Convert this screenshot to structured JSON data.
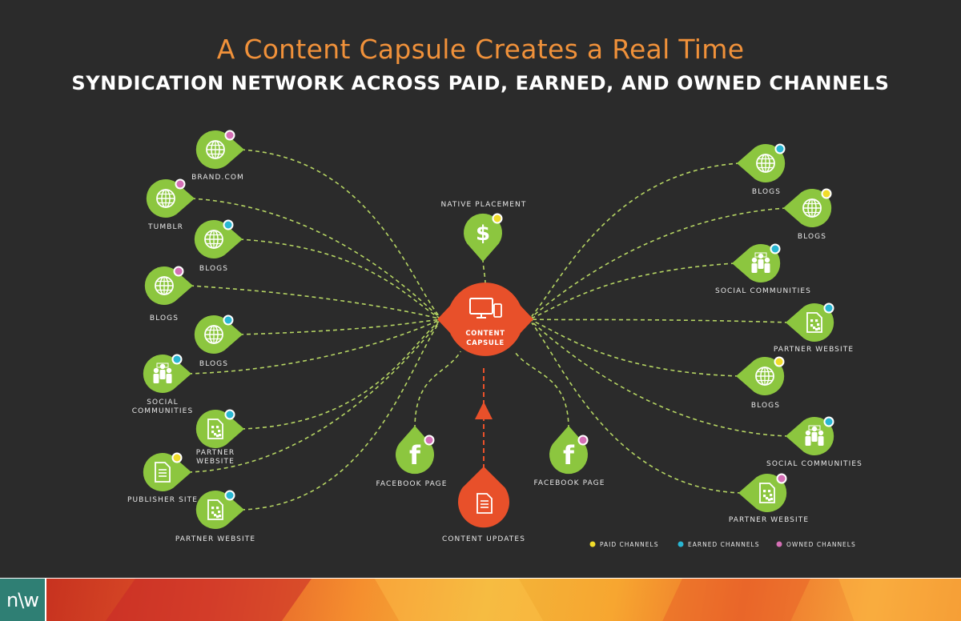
{
  "title": "A Content Capsule Creates a Real Time",
  "subtitle": "SYNDICATION NETWORK ACROSS PAID, EARNED, AND OWNED CHANNELS",
  "colors": {
    "background": "#2b2b2b",
    "node_green": "#8cc63f",
    "hub_orange": "#e8502a",
    "link_dash": "#b5d463",
    "paid": "#f0dc2a",
    "earned": "#29b6d3",
    "owned": "#d46fb5"
  },
  "hub": {
    "label_line1": "CONTENT",
    "label_line2": "CAPSULE",
    "icon": "monitor-phone-icon"
  },
  "updates": {
    "label": "CONTENT UPDATES",
    "icon": "document-icon"
  },
  "nodes": [
    {
      "id": "brand-com",
      "label": [
        "BRAND.COM"
      ],
      "icon": "globe-icon",
      "channel": "owned"
    },
    {
      "id": "tumblr",
      "label": [
        "TUMBLR"
      ],
      "icon": "globe-icon",
      "channel": "owned"
    },
    {
      "id": "blogs-l1",
      "label": [
        "BLOGS"
      ],
      "icon": "globe-icon",
      "channel": "earned"
    },
    {
      "id": "blogs-l2",
      "label": [
        "BLOGS"
      ],
      "icon": "globe-icon",
      "channel": "owned"
    },
    {
      "id": "blogs-l3",
      "label": [
        "BLOGS"
      ],
      "icon": "globe-icon",
      "channel": "earned"
    },
    {
      "id": "social-l",
      "label": [
        "SOCIAL",
        "COMMUNITIES"
      ],
      "icon": "people-icon",
      "channel": "earned"
    },
    {
      "id": "partner-l1",
      "label": [
        "PARTNER",
        "WEBSITE"
      ],
      "icon": "partner-doc-icon",
      "channel": "earned"
    },
    {
      "id": "publisher",
      "label": [
        "PUBLISHER SITE"
      ],
      "icon": "document-icon",
      "channel": "paid"
    },
    {
      "id": "partner-l2",
      "label": [
        "PARTNER WEBSITE"
      ],
      "icon": "partner-doc-icon",
      "channel": "earned"
    },
    {
      "id": "native",
      "label": [
        "NATIVE PLACEMENT"
      ],
      "icon": "dollar-icon",
      "channel": "paid"
    },
    {
      "id": "fb-l",
      "label": [
        "FACEBOOK PAGE"
      ],
      "icon": "facebook-icon",
      "channel": "owned"
    },
    {
      "id": "fb-r",
      "label": [
        "FACEBOOK PAGE"
      ],
      "icon": "facebook-icon",
      "channel": "owned"
    },
    {
      "id": "blogs-r1",
      "label": [
        "BLOGS"
      ],
      "icon": "globe-icon",
      "channel": "earned"
    },
    {
      "id": "blogs-r2",
      "label": [
        "BLOGS"
      ],
      "icon": "globe-icon",
      "channel": "paid"
    },
    {
      "id": "social-r1",
      "label": [
        "SOCIAL COMMUNITIES"
      ],
      "icon": "people-icon",
      "channel": "earned"
    },
    {
      "id": "partner-r1",
      "label": [
        "PARTNER WEBSITE"
      ],
      "icon": "partner-doc-icon",
      "channel": "earned"
    },
    {
      "id": "blogs-r3",
      "label": [
        "BLOGS"
      ],
      "icon": "globe-icon",
      "channel": "paid"
    },
    {
      "id": "social-r2",
      "label": [
        "SOCIAL COMMUNITIES"
      ],
      "icon": "people-icon",
      "channel": "earned"
    },
    {
      "id": "partner-r2",
      "label": [
        "PARTNER WEBSITE"
      ],
      "icon": "partner-doc-icon",
      "channel": "owned"
    }
  ],
  "legend": [
    {
      "label": "PAID CHANNELS",
      "channel": "paid"
    },
    {
      "label": "EARNED CHANNELS",
      "channel": "earned"
    },
    {
      "label": "OWNED CHANNELS",
      "channel": "owned"
    }
  ],
  "footer": {
    "logo_text": "n\\w"
  }
}
